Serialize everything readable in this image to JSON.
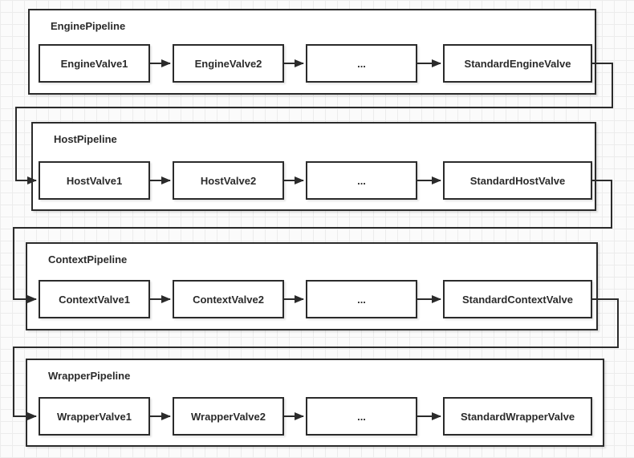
{
  "diagram": {
    "pipelines": [
      {
        "label": "EnginePipeline",
        "valves": [
          "EngineValve1",
          "EngineValve2",
          "...",
          "StandardEngineValve"
        ]
      },
      {
        "label": "HostPipeline",
        "valves": [
          "HostValve1",
          "HostValve2",
          "...",
          "StandardHostValve"
        ]
      },
      {
        "label": "ContextPipeline",
        "valves": [
          "ContextValve1",
          "ContextValve2",
          "...",
          "StandardContextValve"
        ]
      },
      {
        "label": "WrapperPipeline",
        "valves": [
          "WrapperValve1",
          "WrapperValve2",
          "...",
          "StandardWrapperValve"
        ]
      }
    ],
    "connectors": [
      "StandardEngineValve -> HostValve1",
      "StandardHostValve -> ContextValve1",
      "StandardContextValve -> WrapperValve1"
    ],
    "colors": {
      "stroke": "#2b2b2b",
      "shape_fill": "#ffffff",
      "canvas": "#fbfbfb",
      "grid_line": "#ececec"
    }
  }
}
